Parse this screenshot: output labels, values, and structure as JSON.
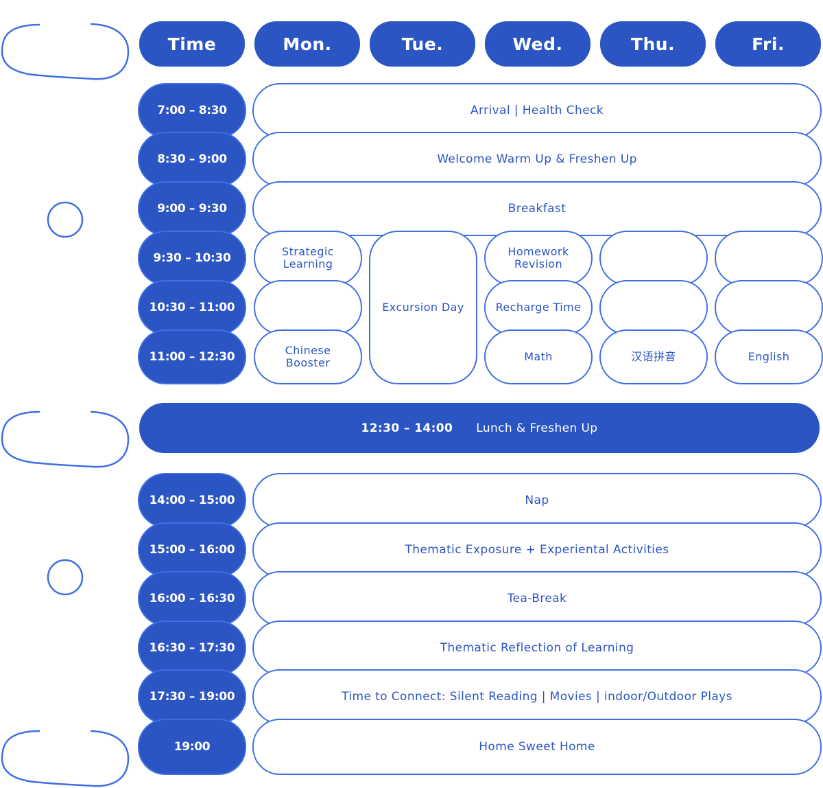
{
  "headers": [
    "Time",
    "Mon.",
    "Tue.",
    "Wed.",
    "Thu.",
    "Fri."
  ],
  "morning_times": [
    "7:00 – 8:30",
    "8:30 – 9:00",
    "9:00 – 9:30",
    "9:30 – 10:30",
    "10:30 – 11:00",
    "11:00 – 12:30"
  ],
  "morning_rows": [
    "Arrival | Health Check",
    "Welcome Warm Up & Freshen Up",
    "Breakfast"
  ],
  "cells": {
    "mon_strategic": "Strategic Learning",
    "mon_chinese": "Chinese Booster",
    "tue_excursion": "Excursion Day",
    "wed_homework": "Homework Revision",
    "wed_recharge": "Recharge Time",
    "wed_math": "Math",
    "thu_pinyin": "汉语拼音",
    "fri_english": "English"
  },
  "lunch": {
    "time": "12:30 – 14:00",
    "label": "Lunch & Freshen Up"
  },
  "afternoon_times": [
    "14:00 – 15:00",
    "15:00 – 16:00",
    "16:00 – 16:30",
    "16:30 – 17:30",
    "17:30 – 19:00",
    "19:00"
  ],
  "afternoon_rows": [
    "Nap",
    "Thematic Exposure + Experiental Activities",
    "Tea-Break",
    "Thematic Reflection of Learning",
    "Time to Connect: Silent Reading | Movies | indoor/Outdoor Plays",
    "Home Sweet Home"
  ],
  "colors": {
    "primary": "#2b55c3",
    "outline": "#3f6fe3",
    "background": "#ffffff"
  }
}
